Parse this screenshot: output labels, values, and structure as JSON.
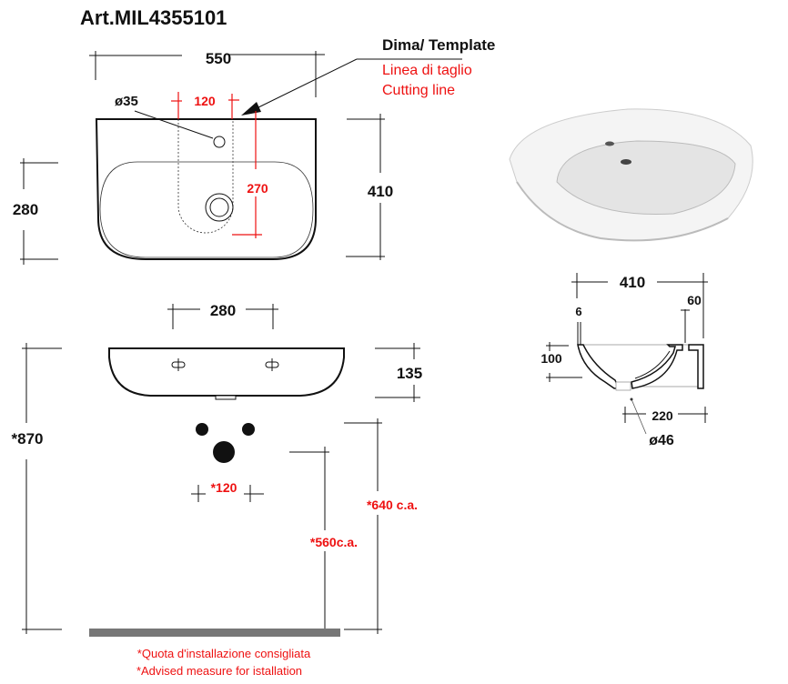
{
  "title": "Art.MIL4355101",
  "template": {
    "heading": "Dima/ Template",
    "line1": "Linea di taglio",
    "line2": "Cutting line"
  },
  "top_view": {
    "width": "550",
    "depth": "410",
    "bowl_depth": "280",
    "tap_hole": "ø35",
    "cut_width": "120",
    "cut_length": "270"
  },
  "front_view": {
    "fixing_spacing": "280",
    "height": "135",
    "total_height": "*870",
    "waste_spacing": "*120",
    "height_640": "*640 c.a.",
    "height_560": "*560c.a."
  },
  "side_view": {
    "depth": "410",
    "rim_offset": "60",
    "rim_thickness": "6",
    "bowl_height": "100",
    "drain_offset": "220",
    "drain_diameter": "ø46"
  },
  "footnote": {
    "italian": "*Quota d'installazione consigliata",
    "english": "*Advised measure for istallation"
  }
}
